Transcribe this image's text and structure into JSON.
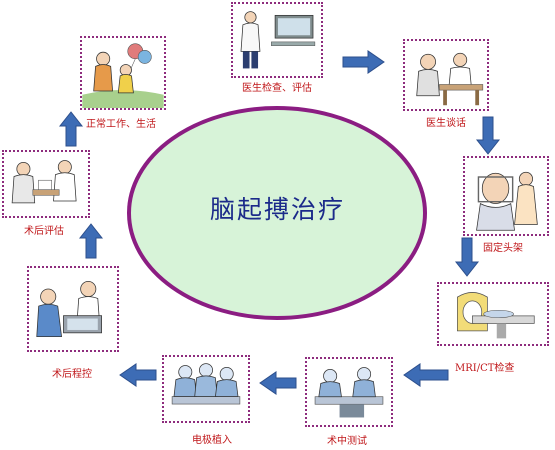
{
  "center": {
    "title": "脑起搏治疗"
  },
  "colors": {
    "ellipse_fill": "#d7f3d8",
    "ellipse_stroke": "#8b1d82",
    "arrow": "#3d6cb5",
    "box_border": "#8e2c7d",
    "label": "#c0181b"
  },
  "steps": [
    {
      "label": "医生检查、评估"
    },
    {
      "label": "医生谈话"
    },
    {
      "label": "固定头架"
    },
    {
      "label": "MRI/CT检查"
    },
    {
      "label": "术中测试"
    },
    {
      "label": "电极植入"
    },
    {
      "label": "术后程控"
    },
    {
      "label": "术后评估"
    },
    {
      "label": "正常工作、生活"
    }
  ]
}
